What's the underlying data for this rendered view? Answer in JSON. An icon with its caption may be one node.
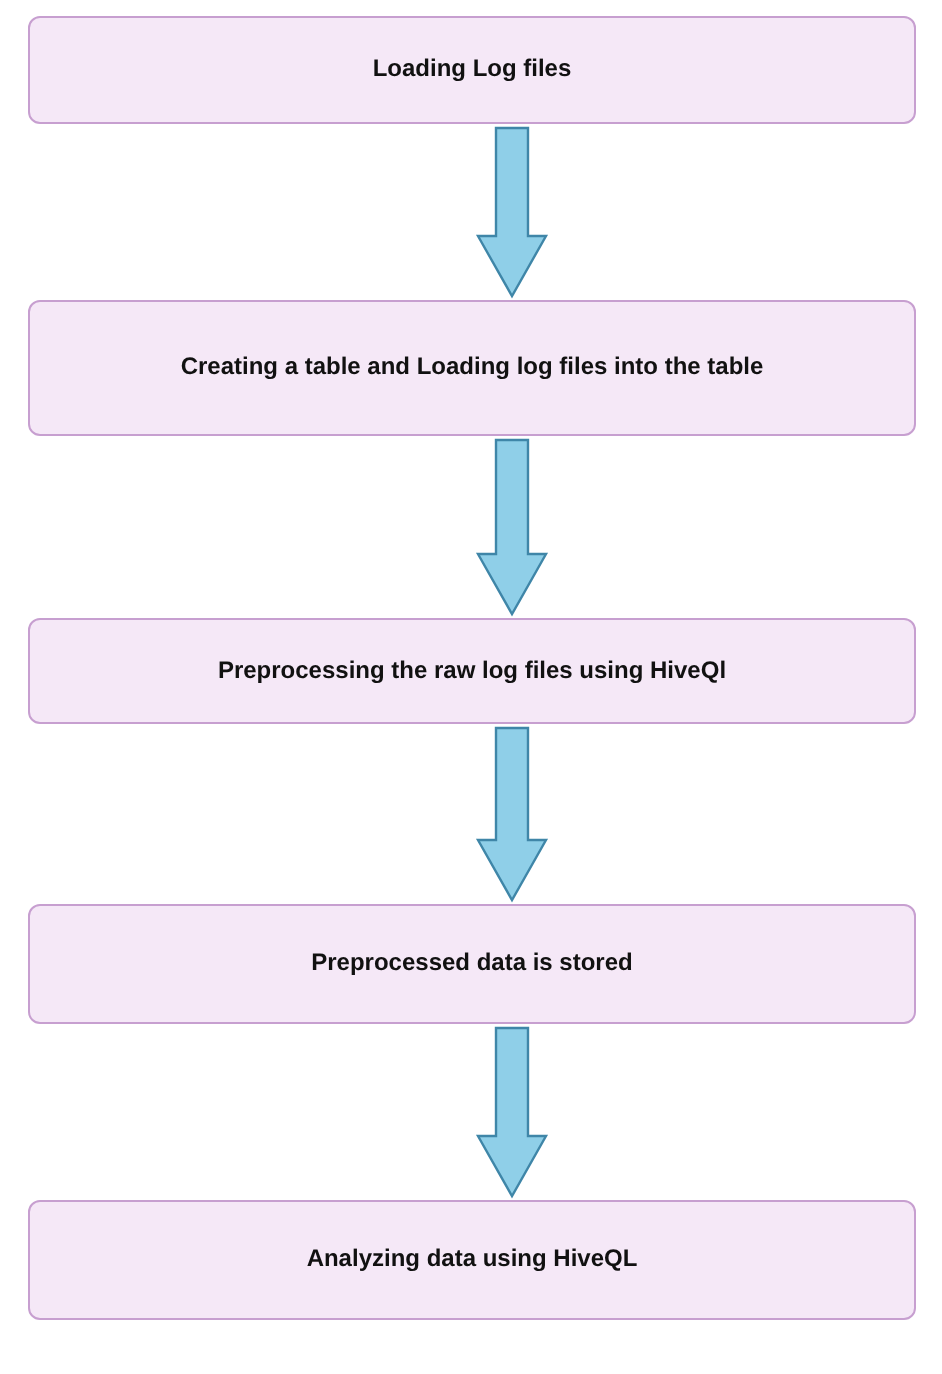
{
  "diagram": {
    "nodes": [
      {
        "text": [
          "Loading Log files"
        ]
      },
      {
        "text": [
          "Creating a table and Loading log files into the table"
        ]
      },
      {
        "text": [
          "Preprocessing the raw log files using HiveQl"
        ]
      },
      {
        "text": [
          "Preprocessed data is stored"
        ]
      },
      {
        "text": [
          "Analyzing data using HiveQL"
        ]
      }
    ],
    "edges": [
      {
        "from": 0,
        "to": 1,
        "arrow": "to"
      },
      {
        "from": 1,
        "to": 2,
        "arrow": "to"
      },
      {
        "from": 2,
        "to": 3,
        "arrow": "to"
      },
      {
        "from": 3,
        "to": 4,
        "arrow": "to"
      }
    ]
  }
}
